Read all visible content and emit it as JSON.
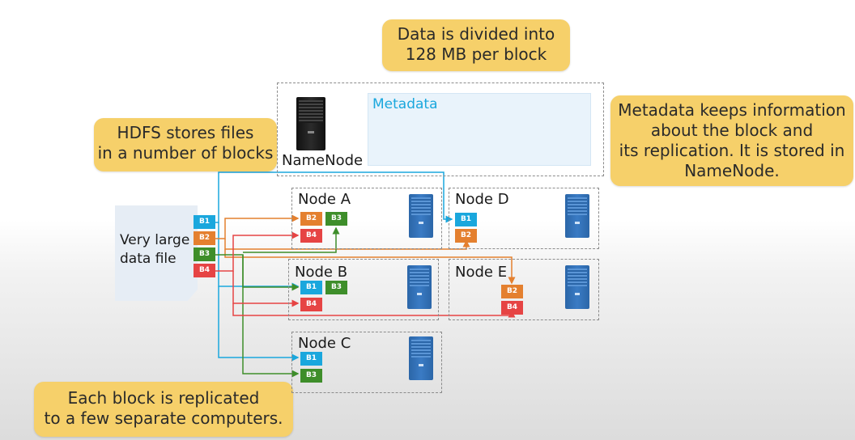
{
  "callouts": {
    "block_size": [
      "Data is divided into",
      "128 MB per block"
    ],
    "hdfs_blocks": [
      "HDFS stores files",
      "in a number of blocks"
    ],
    "metadata_info": [
      "Metadata keeps information",
      "about the block and",
      "its replication. It is stored in",
      "NameNode."
    ],
    "replication": [
      "Each block is replicated",
      "to a few separate computers."
    ]
  },
  "namenode": {
    "label": "NameNode",
    "metadata_label": "Metadata"
  },
  "file": {
    "label_line1": "Very large",
    "label_line2": "data file",
    "blocks": [
      "B1",
      "B2",
      "B3",
      "B4"
    ]
  },
  "nodes": [
    {
      "name": "Node A",
      "blocks": [
        "B2",
        "B3",
        "B4"
      ]
    },
    {
      "name": "Node B",
      "blocks": [
        "B1",
        "B3",
        "B4"
      ]
    },
    {
      "name": "Node C",
      "blocks": [
        "B1",
        "B3"
      ]
    },
    {
      "name": "Node D",
      "blocks": [
        "B1",
        "B2"
      ]
    },
    {
      "name": "Node E",
      "blocks": [
        "B2",
        "B4"
      ]
    }
  ],
  "colors": {
    "B1": "#1aa7dd",
    "B2": "#e4802f",
    "B3": "#3e8e2a",
    "B4": "#e64444",
    "callout": "#f6d06a"
  }
}
